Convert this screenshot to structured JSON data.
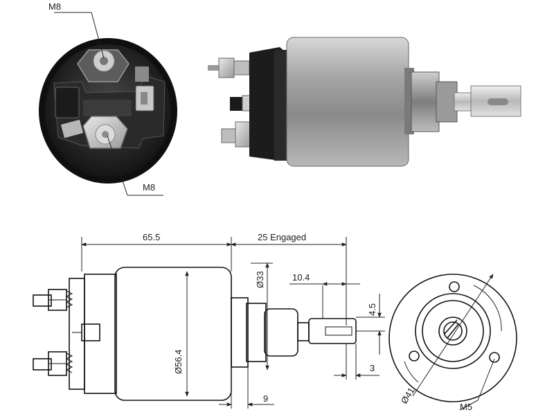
{
  "photo_end_view": {
    "callout_top": "M8",
    "callout_bottom": "M8"
  },
  "drawing_side": {
    "dim_body_length": "65.5",
    "dim_stroke": "25 Engaged",
    "dim_body_diameter": "Ø56.4",
    "dim_neck_diameter": "Ø33",
    "dim_neck_length": "9",
    "dim_plunger_length": "10.4",
    "dim_slot_width": "4.5",
    "dim_slot_offset": "3"
  },
  "drawing_end": {
    "dim_bolt_circle": "Ø41",
    "dim_thread": "M5"
  },
  "colors": {
    "line": "#111111",
    "housing_metal": "#9a9a9a",
    "terminal_block": "#1c1c1c"
  }
}
